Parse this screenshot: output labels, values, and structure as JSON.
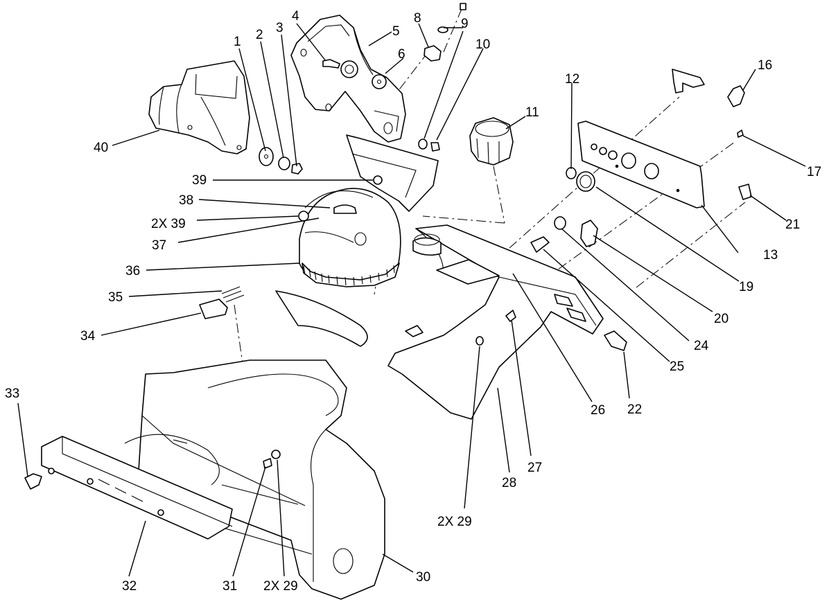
{
  "diagram": {
    "type": "exploded-parts-diagram",
    "colors": {
      "line": "#000000",
      "background": "#ffffff"
    },
    "callouts": [
      {
        "id": "1",
        "label": "1"
      },
      {
        "id": "2",
        "label": "2"
      },
      {
        "id": "3",
        "label": "3"
      },
      {
        "id": "4",
        "label": "4"
      },
      {
        "id": "5",
        "label": "5"
      },
      {
        "id": "6",
        "label": "6"
      },
      {
        "id": "8",
        "label": "8"
      },
      {
        "id": "9",
        "label": "9"
      },
      {
        "id": "10",
        "label": "10"
      },
      {
        "id": "11",
        "label": "11"
      },
      {
        "id": "12",
        "label": "12"
      },
      {
        "id": "13",
        "label": "13"
      },
      {
        "id": "16",
        "label": "16"
      },
      {
        "id": "17",
        "label": "17"
      },
      {
        "id": "19",
        "label": "19"
      },
      {
        "id": "20",
        "label": "20"
      },
      {
        "id": "21",
        "label": "21"
      },
      {
        "id": "22",
        "label": "22"
      },
      {
        "id": "24",
        "label": "24"
      },
      {
        "id": "25",
        "label": "25"
      },
      {
        "id": "26",
        "label": "26"
      },
      {
        "id": "27",
        "label": "27"
      },
      {
        "id": "28",
        "label": "28"
      },
      {
        "id": "29a",
        "label": "2X 29"
      },
      {
        "id": "29b",
        "label": "2X 29"
      },
      {
        "id": "30",
        "label": "30"
      },
      {
        "id": "31",
        "label": "31"
      },
      {
        "id": "32",
        "label": "32"
      },
      {
        "id": "33",
        "label": "33"
      },
      {
        "id": "34",
        "label": "34"
      },
      {
        "id": "35",
        "label": "35"
      },
      {
        "id": "36",
        "label": "36"
      },
      {
        "id": "37",
        "label": "37"
      },
      {
        "id": "38",
        "label": "38"
      },
      {
        "id": "39a",
        "label": "39"
      },
      {
        "id": "39b",
        "label": "2X 39"
      },
      {
        "id": "40",
        "label": "40"
      }
    ]
  }
}
